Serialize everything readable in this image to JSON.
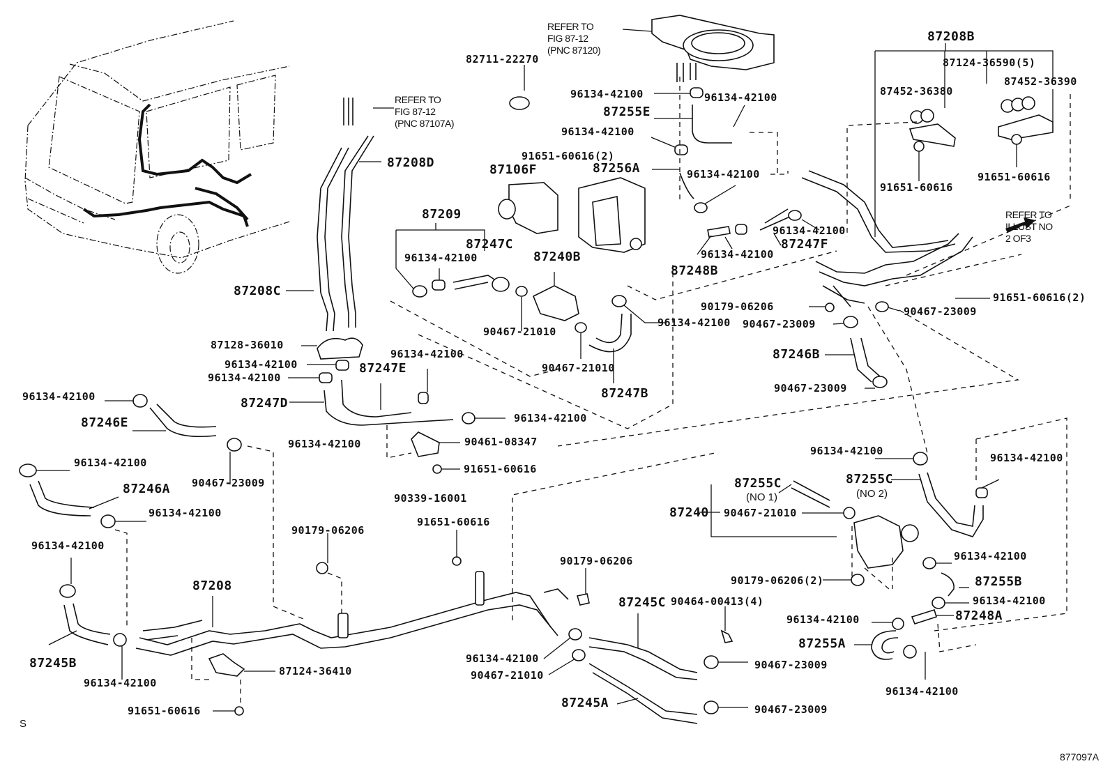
{
  "diagram": {
    "title": "Heater water hose and pipe parts diagram",
    "figure_id": "877097A",
    "corner_mark": "S",
    "refer_notes": [
      {
        "id": "ref-87120",
        "line1": "REFER TO",
        "line2": "FIG 87-12",
        "line3": "(PNC 87120)"
      },
      {
        "id": "ref-87107a",
        "line1": "REFER TO",
        "line2": "FIG 87-12",
        "line3": "(PNC 87107A)"
      },
      {
        "id": "ref-illust",
        "line1": "REFER TO",
        "line2": "ILLUST NO",
        "line3": "2 OF3"
      }
    ],
    "labels": {
      "p82711": "82711-22270",
      "p96134_a": "96134-42100",
      "p96134_b": "96134-42100",
      "p87255E": "87255E",
      "p96134_c": "96134-42100",
      "p91651_2a": "91651-60616(2)",
      "p87256A": "87256A",
      "p96134_d": "96134-42100",
      "p87106F": "87106F",
      "p87208D": "87208D",
      "p87208B": "87208B",
      "p87124_36590": "87124-36590(5)",
      "p87452_36380": "87452-36380",
      "p87452_36390": "87452-36390",
      "p91651_r1": "91651-60616",
      "p91651_r2": "91651-60616",
      "p96134_e": "96134-42100",
      "p87247F": "87247F",
      "p96134_f": "96134-42100",
      "p87248B": "87248B",
      "p91651_2b": "91651-60616(2)",
      "p90179_a": "90179-06206",
      "p90467_23009_a": "90467-23009",
      "p90467_23009_b": "90467-23009",
      "p87246B": "87246B",
      "p90467_23009_c": "90467-23009",
      "p87209": "87209",
      "p87247C": "87247C",
      "p96134_g": "96134-42100",
      "p87240B": "87240B",
      "p90467_21010_a": "90467-21010",
      "p90467_21010_b": "90467-21010",
      "p96134_h": "96134-42100",
      "p87247B": "87247B",
      "p87208C": "87208C",
      "p87128": "87128-36010",
      "p96134_i": "96134-42100",
      "p96134_j": "96134-42100",
      "p87247E": "87247E",
      "p96134_k": "96134-42100",
      "p87247D": "87247D",
      "p96134_l": "96134-42100",
      "p96134_m": "96134-42100",
      "p87246E": "87246E",
      "p90467_23009_d": "90467-23009",
      "p90461": "90461-08347",
      "p91651_c": "91651-60616",
      "p96134_n": "96134-42100",
      "p96134_o": "96134-42100",
      "p87246A": "87246A",
      "p90339": "90339-16001",
      "p96134_p": "96134-42100",
      "p90179_b": "90179-06206",
      "p91651_d": "91651-60616",
      "p90179_c": "90179-06206",
      "p87208": "87208",
      "p87245B": "87245B",
      "p96134_q": "96134-42100",
      "p87124_36410": "87124-36410",
      "p91651_e": "91651-60616",
      "p96134_r": "96134-42100",
      "p90467_21010_c": "90467-21010",
      "p87245C": "87245C",
      "p90464": "90464-00413(4)",
      "p90467_23009_e": "90467-23009",
      "p87245A": "87245A",
      "p90467_23009_f": "90467-23009",
      "p96134_s": "96134-42100",
      "p87255C_1": "87255C",
      "p87255C_1_note": "(NO 1)",
      "p87240": "87240",
      "p90467_21010_d": "90467-21010",
      "p87255C_2": "87255C",
      "p87255C_2_note": "(NO 2)",
      "p96134_t": "96134-42100",
      "p96134_u": "96134-42100",
      "p87255B": "87255B",
      "p90179_2": "90179-06206(2)",
      "p96134_v": "96134-42100",
      "p96134_w": "96134-42100",
      "p87248A": "87248A",
      "p87255A": "87255A",
      "p96134_x": "96134-42100"
    }
  }
}
